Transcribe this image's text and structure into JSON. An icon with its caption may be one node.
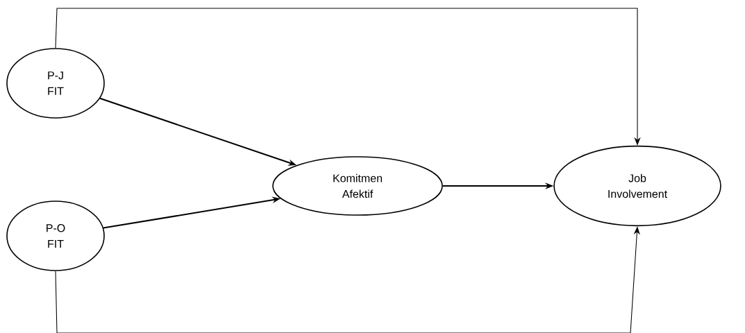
{
  "diagram": {
    "nodes": [
      {
        "text": [
          "P-J FIT"
        ]
      },
      {
        "text": [
          "P-O FIT"
        ]
      },
      {
        "text": [
          "Komitmen Afektif"
        ]
      },
      {
        "text": [
          "Job Involvement"
        ]
      }
    ],
    "edges": [
      {
        "from": 0,
        "to": 2,
        "arrow": "to"
      },
      {
        "from": 1,
        "to": 2,
        "arrow": "to"
      },
      {
        "from": 2,
        "to": 3,
        "arrow": "to"
      },
      {
        "from": 0,
        "to": 3,
        "arrow": "to"
      },
      {
        "from": 1,
        "to": 3,
        "arrow": "to"
      }
    ]
  }
}
